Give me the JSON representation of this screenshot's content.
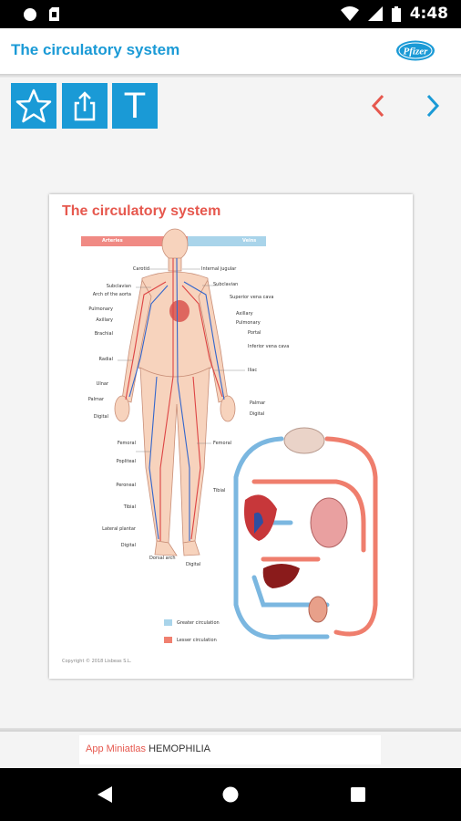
{
  "status_bar": {
    "time": "4:48",
    "icons": [
      "notification-dot-icon",
      "sim-card-icon",
      "wifi-icon",
      "cellular-signal-icon",
      "battery-icon"
    ]
  },
  "app_bar": {
    "title": "The circulatory system",
    "logo_text": "Pfizer",
    "accent_color": "#1a9ad6"
  },
  "toolbar": {
    "buttons": [
      "star-icon",
      "share-icon",
      "text-size-icon"
    ],
    "text_button_label": "T",
    "prev_icon": "chevron-left-icon",
    "next_icon": "chevron-right-icon",
    "prev_color": "#e6584e",
    "next_color": "#1a9ad6"
  },
  "document": {
    "title": "The circulatory system",
    "arteries_label": "Arteries",
    "veins_label": "Veins",
    "left_labels": [
      "Carotid",
      "Subclavian",
      "Arch of the aorta",
      "Pulmonary",
      "Axillary",
      "Brachial",
      "Radial",
      "Ulnar",
      "Palmar",
      "Digital",
      "Femoral",
      "Popliteal",
      "Peroneal",
      "Tibial",
      "Lateral plantar",
      "Digital",
      "Dorsal arch",
      "Digital"
    ],
    "right_labels": [
      "Internal jugular",
      "Subclavian",
      "Superior vena cava",
      "Axillary",
      "Pulmonary",
      "Portal",
      "Inferior vena cava",
      "Iliac",
      "Palmar",
      "Digital",
      "Femoral",
      "Tibial"
    ],
    "legend": {
      "greater": "Greater circulation",
      "lesser": "Lesser circulation",
      "greater_color": "#a9d4ea",
      "lesser_color": "#f08070"
    },
    "copyright": "Copyright © 2018 Lisbeas S.L."
  },
  "footer": {
    "brand": "App Miniatlas",
    "product": "HEMOPHILIA",
    "brand_color": "#e6584e"
  },
  "nav_bar": {
    "icons": [
      "back-icon",
      "home-icon",
      "recents-icon"
    ]
  }
}
